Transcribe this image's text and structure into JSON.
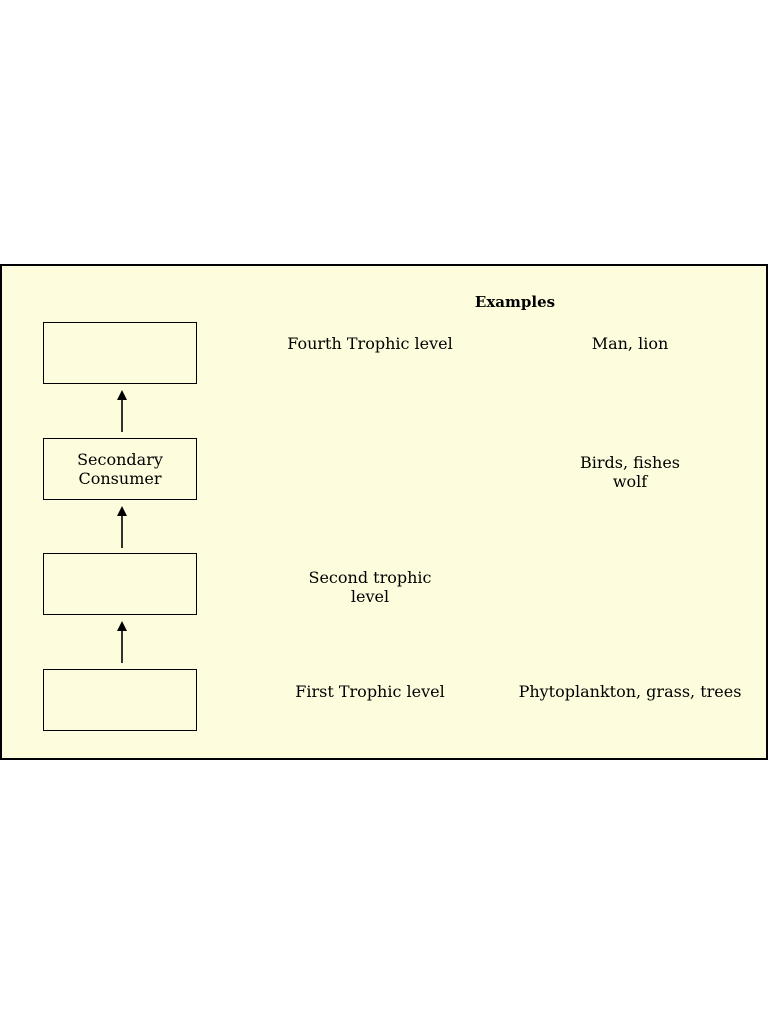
{
  "examples_header": "Examples",
  "levels": [
    {
      "box_lines": [
        "",
        ""
      ],
      "level_lines": [
        "Fourth Trophic level"
      ],
      "example_lines": [
        "Man, lion"
      ]
    },
    {
      "box_lines": [
        "Secondary",
        "Consumer"
      ],
      "level_lines": [],
      "example_lines": [
        "Birds, fishes",
        "wolf"
      ]
    },
    {
      "box_lines": [
        "",
        ""
      ],
      "level_lines": [
        "Second trophic",
        "level"
      ],
      "example_lines": []
    },
    {
      "box_lines": [
        "",
        ""
      ],
      "level_lines": [
        "First Trophic level"
      ],
      "example_lines": [
        "Phytoplankton, grass, trees"
      ]
    }
  ],
  "colors": {
    "panel_background": "#fdfcdc",
    "stroke": "#000000"
  }
}
